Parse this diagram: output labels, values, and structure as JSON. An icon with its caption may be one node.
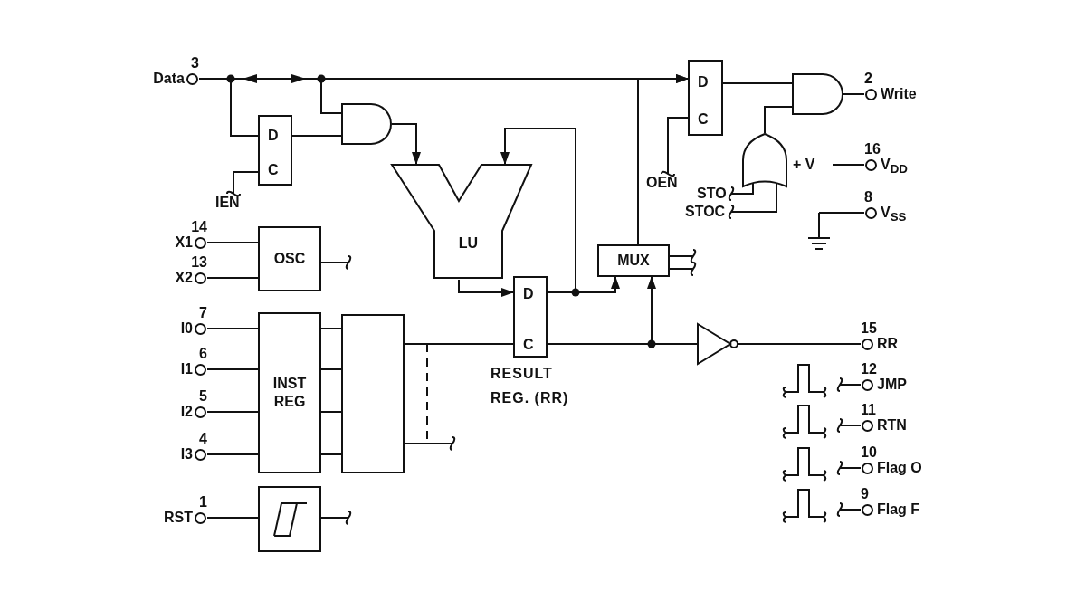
{
  "diagram": {
    "nodes": [
      {
        "text": [
          "Data"
        ],
        "beside": [
          "3"
        ]
      },
      {
        "text": [
          "D",
          "C"
        ]
      },
      {
        "text": [
          "IEN"
        ]
      },
      {
        "text": [],
        "shape": "gate"
      },
      {
        "text": [
          "LU"
        ]
      },
      {
        "text": [
          "D",
          "C",
          "RESULT REG. (RR)"
        ]
      },
      {
        "text": [
          "MUX"
        ]
      },
      {
        "text": [
          "D",
          "C"
        ]
      },
      {
        "text": [
          "OEN"
        ]
      },
      {
        "text": [],
        "shape": "gate"
      },
      {
        "text": [],
        "shape": "gate"
      },
      {
        "text": [
          "STO"
        ]
      },
      {
        "text": [
          "STOC"
        ]
      },
      {
        "text": [
          "Write"
        ],
        "beside": [
          "2"
        ]
      },
      {
        "text": [
          "+ V"
        ]
      },
      {
        "text": [
          "V$_{DD}$"
        ],
        "beside": [
          "16"
        ]
      },
      {
        "text": [],
        "shape": "ground"
      },
      {
        "text": [
          "V$_{SS}$"
        ],
        "beside": [
          "8"
        ]
      },
      {
        "text": [
          "X1"
        ],
        "beside": [
          "14"
        ]
      },
      {
        "text": [
          "X2"
        ],
        "beside": [
          "13"
        ]
      },
      {
        "text": [
          "OSC"
        ]
      },
      {
        "text": [
          "I0"
        ],
        "beside": [
          "7"
        ]
      },
      {
        "text": [
          "I1"
        ],
        "beside": [
          "6"
        ]
      },
      {
        "text": [
          "I2"
        ],
        "beside": [
          "5"
        ]
      },
      {
        "text": [
          "I3"
        ],
        "beside": [
          "4"
        ]
      },
      {
        "text": [
          "INST REG"
        ]
      },
      {
        "text": [],
        "shape": "box"
      },
      {
        "text": [],
        "shape": "triangle"
      },
      {
        "text": [
          "RR"
        ],
        "beside": [
          "15"
        ]
      },
      {
        "text": [
          "RST"
        ],
        "beside": [
          "1"
        ]
      },
      {
        "text": [],
        "shape": "box"
      },
      {
        "text": [
          "JMP"
        ],
        "beside": [
          "12"
        ]
      },
      {
        "text": [
          "RTN"
        ],
        "beside": [
          "11"
        ]
      },
      {
        "text": [
          "Flag O"
        ],
        "beside": [
          "10"
        ]
      },
      {
        "text": [
          "Flag F"
        ],
        "beside": [
          "9"
        ]
      }
    ],
    "edges": [
      {
        "from": 0,
        "to": 1,
        "arrow": "none"
      },
      {
        "from": 0,
        "to": 3,
        "arrow": "none"
      },
      {
        "from": 0,
        "to": 7,
        "arrow": "to"
      },
      {
        "from": 2,
        "to": 1,
        "arrow": "none"
      },
      {
        "from": 1,
        "to": 3,
        "arrow": "none"
      },
      {
        "from": 3,
        "to": 4,
        "arrow": "to"
      },
      {
        "from": 4,
        "to": 5,
        "arrow": "to"
      },
      {
        "from": 5,
        "to": 4,
        "arrow": "to"
      },
      {
        "from": 5,
        "to": 6,
        "arrow": "to"
      },
      {
        "from": 6,
        "to": 7,
        "arrow": "to"
      },
      {
        "from": 8,
        "to": 7,
        "arrow": "none"
      },
      {
        "from": 7,
        "to": 9,
        "arrow": "none"
      },
      {
        "from": 10,
        "to": 9,
        "arrow": "none"
      },
      {
        "from": 11,
        "to": 10,
        "arrow": "none"
      },
      {
        "from": 12,
        "to": 10,
        "arrow": "none"
      },
      {
        "from": 9,
        "to": 13,
        "arrow": "none"
      },
      {
        "from": 14,
        "to": 15,
        "arrow": "none"
      },
      {
        "from": 16,
        "to": 17,
        "arrow": "none"
      },
      {
        "from": 18,
        "to": 20,
        "arrow": "none"
      },
      {
        "from": 19,
        "to": 20,
        "arrow": "none"
      },
      {
        "from": 20,
        "to": null,
        "arrow": "none"
      },
      {
        "from": 21,
        "to": 25,
        "arrow": "none"
      },
      {
        "from": 22,
        "to": 25,
        "arrow": "none"
      },
      {
        "from": 23,
        "to": 25,
        "arrow": "none"
      },
      {
        "from": 24,
        "to": 25,
        "arrow": "none"
      },
      {
        "from": 25,
        "to": 26,
        "arrow": "none"
      },
      {
        "from": 25,
        "to": 26,
        "arrow": "none"
      },
      {
        "from": 25,
        "to": 26,
        "arrow": "none"
      },
      {
        "from": 25,
        "to": 26,
        "arrow": "none"
      },
      {
        "from": 26,
        "to": 5,
        "arrow": "none"
      },
      {
        "from": 26,
        "to": null,
        "arrow": "none"
      },
      {
        "from": 5,
        "to": 6,
        "arrow": "to"
      },
      {
        "from": 5,
        "to": 27,
        "arrow": "none"
      },
      {
        "from": 27,
        "to": 28,
        "arrow": "none"
      },
      {
        "from": 29,
        "to": 30,
        "arrow": "none"
      },
      {
        "from": 30,
        "to": null,
        "arrow": "none"
      },
      {
        "from": 6,
        "to": null,
        "arrow": "none"
      },
      {
        "from": 6,
        "to": null,
        "arrow": "none"
      },
      {
        "from": null,
        "to": 31,
        "arrow": "none"
      },
      {
        "from": null,
        "to": 32,
        "arrow": "none"
      },
      {
        "from": null,
        "to": 33,
        "arrow": "none"
      },
      {
        "from": null,
        "to": 34,
        "arrow": "none"
      }
    ]
  }
}
